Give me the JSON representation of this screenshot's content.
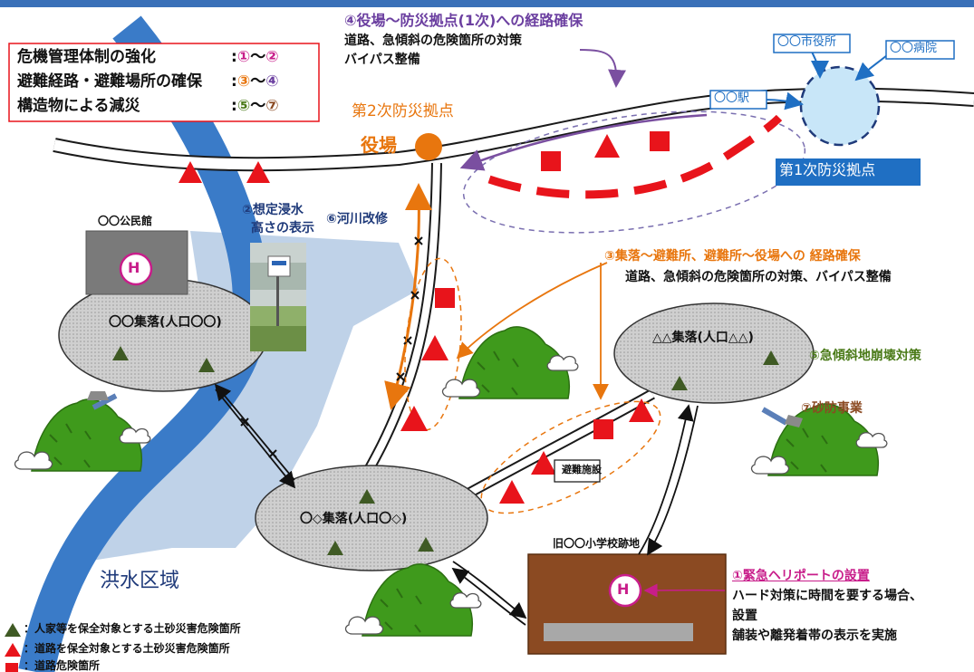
{
  "colors": {
    "river": "#3a7bc8",
    "flood_zone": "#b8cde6",
    "orange": "#e8760e",
    "red": "#e8141b",
    "dark_green": "#3f5a24",
    "pink": "#c81d8a",
    "navy": "#1f3a7a",
    "blue_badge": "#1f6fc3",
    "zone_fill": "#c8c8c8",
    "school": "#8b4a22",
    "green": "#4a7a18"
  },
  "legend_box": {
    "rows": [
      {
        "label": "危機管理体制の強化",
        "range_start": "①",
        "tilde": "〜",
        "range_end": "②"
      },
      {
        "label": "避難経路・避難場所の確保",
        "range_start": "③",
        "tilde": "〜",
        "range_end": "④"
      },
      {
        "label": "構造物による減災",
        "range_start": "⑤",
        "tilde": "〜",
        "range_end": "⑦"
      }
    ]
  },
  "measures": {
    "m4": {
      "title": "④役場〜防災拠点(1次)への経路確保",
      "line1": "道路、急傾斜の危険箇所の対策",
      "line2": "バイパス整備"
    },
    "m2": {
      "line1": "②想定浸水",
      "line2": "高さの表示"
    },
    "m6": "⑥河川改修",
    "m3": {
      "title": "③集落〜避難所、避難所〜役場への 経路確保",
      "line1": "道路、急傾斜の危険箇所の対策、バイパス整備"
    },
    "m5": "⑤急傾斜地崩壊対策",
    "m7": "⑦砂防事業",
    "m1": {
      "title": "①緊急ヘリポートの設置",
      "line1": "ハード対策に時間を要する場合、",
      "line2": "設置",
      "line3": "舗装や離発着帯の表示を実施"
    }
  },
  "places": {
    "city_hall": "〇〇市役所",
    "hospital": "〇〇病院",
    "station": "〇〇駅",
    "base2": "第2次防災拠点",
    "town_office": "役場",
    "base1": "第1次防災拠点",
    "community_hall": "〇〇公民館",
    "village_a": "〇〇集落(人口〇〇)",
    "village_b": "〇◇集落(人口〇◇)",
    "village_c": "△△集落(人口△△)",
    "shelter": "避難施設",
    "school": "旧〇〇小学校跡地",
    "flood_area": "洪水区域",
    "heliport_mark": "H"
  },
  "map_legend": [
    {
      "icon": "dark-green-triangle",
      "label": "：人家等を保全対象とする土砂災害危険箇所"
    },
    {
      "icon": "red-triangle",
      "label": "：道路を保全対象とする土砂災害危険箇所"
    },
    {
      "icon": "red-square",
      "label": "：道路危険箇所"
    }
  ]
}
